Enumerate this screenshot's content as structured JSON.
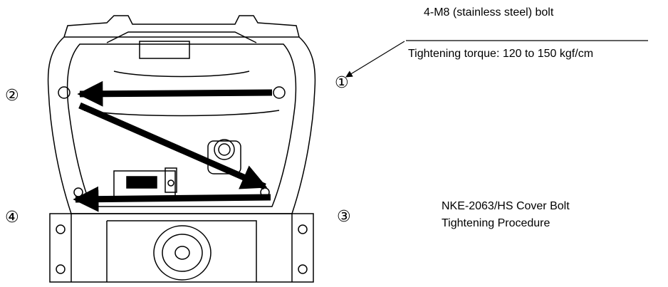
{
  "spec": {
    "bolt_line": "4-M8 (stainless steel) bolt",
    "torque_line": "Tightening torque: 120 to 150 kgf/cm"
  },
  "caption": {
    "line1": "NKE-2063/HS Cover Bolt",
    "line2": "Tightening Procedure"
  },
  "steps": {
    "n1": "①",
    "n2": "②",
    "n3": "③",
    "n4": "④"
  },
  "colors": {
    "ink": "#000000",
    "paper": "#ffffff"
  }
}
